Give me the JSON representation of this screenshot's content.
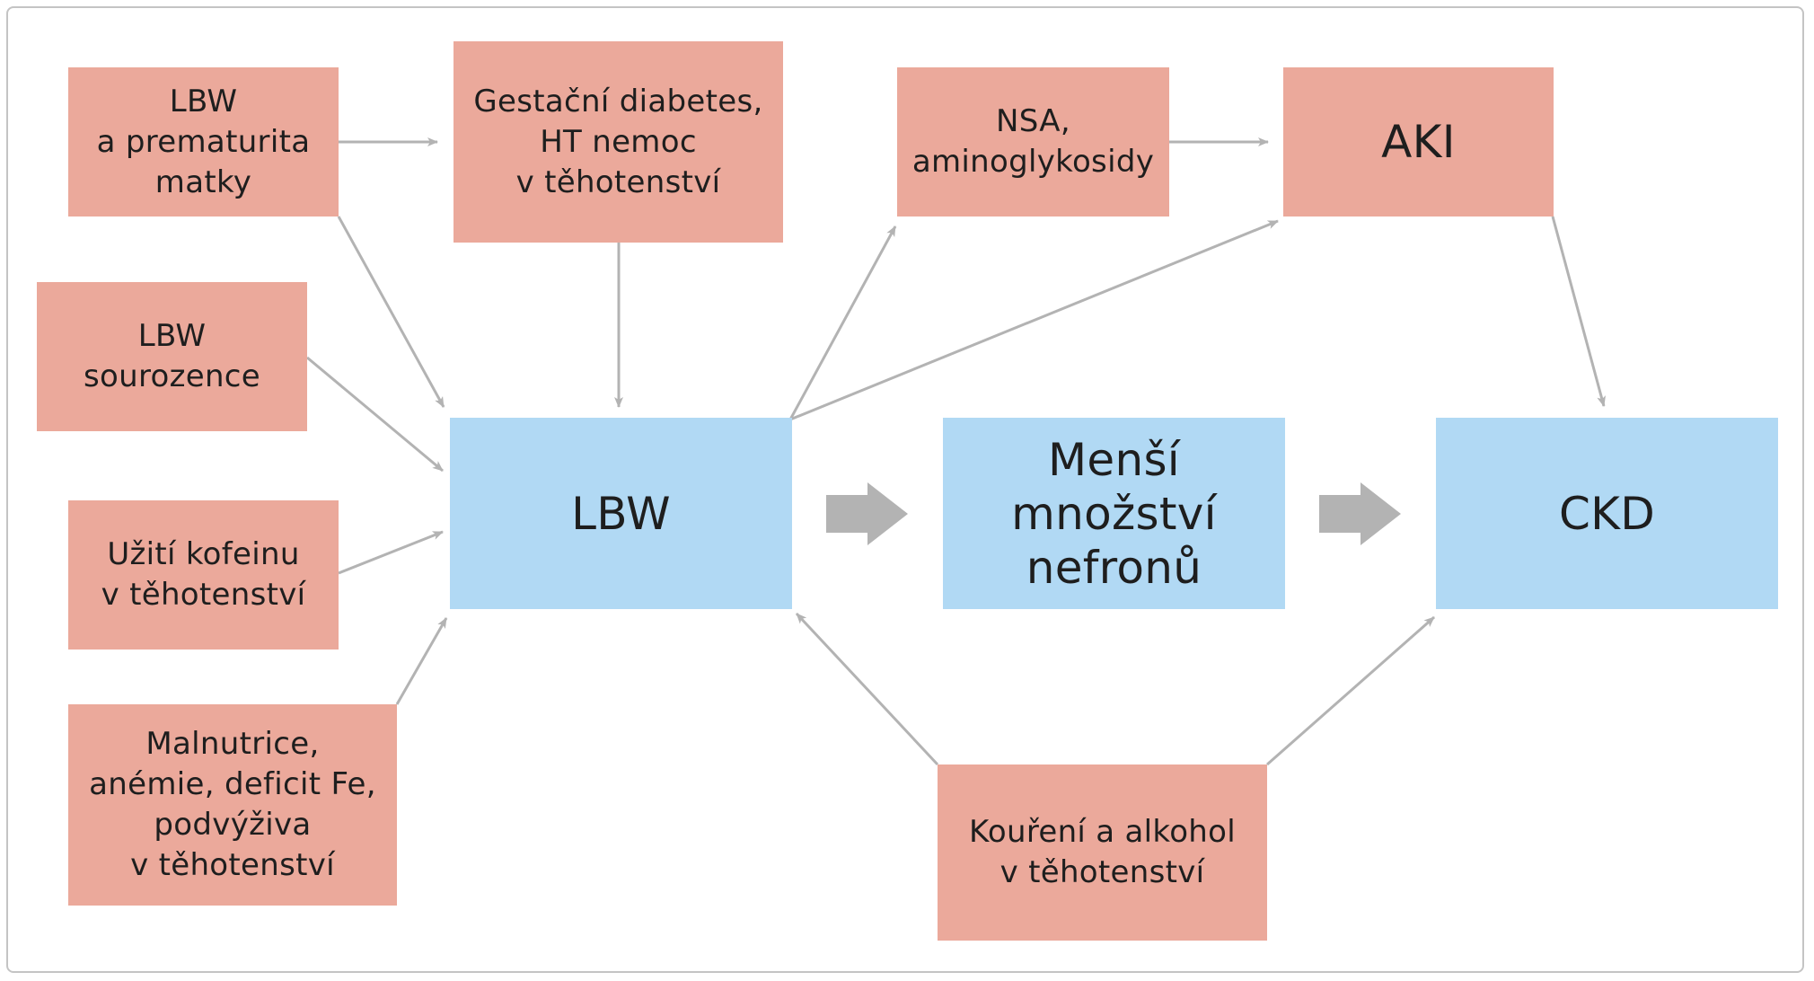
{
  "boxes": {
    "lbw_maternal": "LBW\na prematurita\nmatky",
    "gestational": "Gestační diabetes,\nHT nemoc\nv těhotenství",
    "nsa": "NSA,\naminoglykosidy",
    "aki": "AKI",
    "lbw_sibling": "LBW\nsourozence",
    "caffeine": "Užití kofeinu\nv těhotenství",
    "malnutrition": "Malnutrice,\nanémie, deficit Fe,\npodvýživa\nv těhotenství",
    "smoking": "Kouření a alkohol\nv těhotenství",
    "lbw": "LBW",
    "nephrons": "Menší\nmnožství\nnefronů",
    "ckd": "CKD"
  },
  "colors": {
    "risk_factor": "#eba99b",
    "outcome": "#b1d9f4",
    "arrow": "#b3b3b3",
    "frame": "#c4c4c4"
  }
}
